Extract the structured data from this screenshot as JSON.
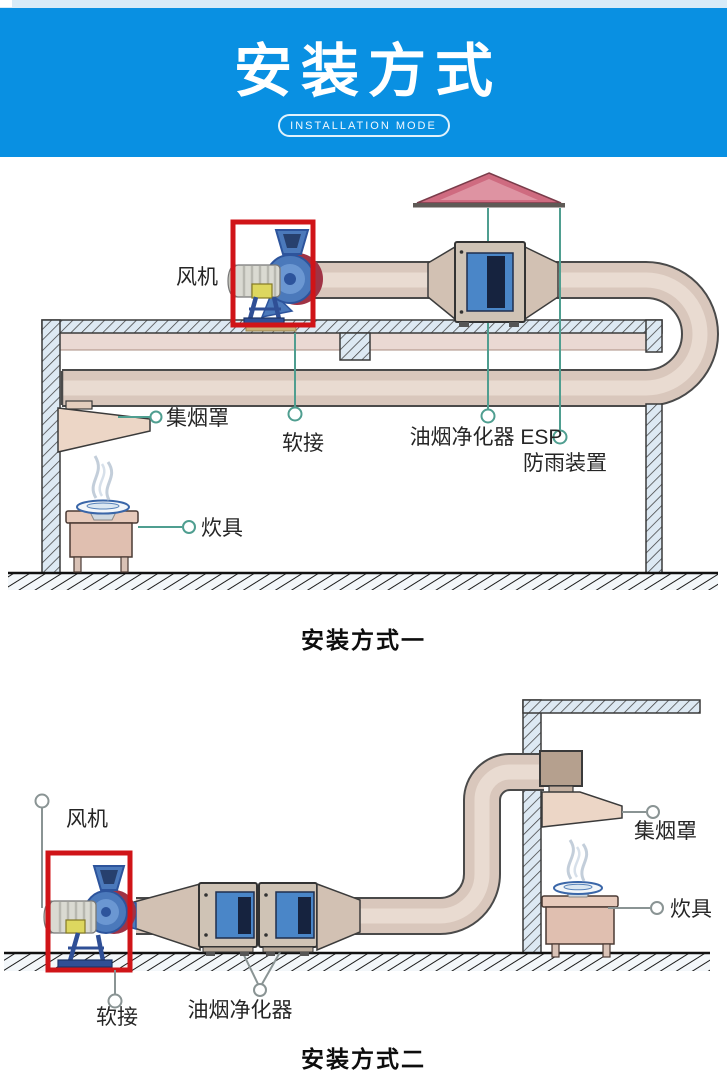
{
  "header": {
    "title": "安装方式",
    "subtitle": "INSTALLATION MODE"
  },
  "colors": {
    "banner_blue": "#0990e2",
    "highlight_red": "#d01418",
    "leader_teal": "#4f9e90",
    "leader_grey": "#8a9494",
    "fan_blue": "#4b79bb",
    "duct_beige": "#d9c7bc",
    "purifier_panel_blue": "#4a86c8",
    "rain_cap_pink": "#cf6b80"
  },
  "diagram1": {
    "caption": "安装方式一",
    "labels": {
      "fan": "风机",
      "hood": "集烟罩",
      "soft_joint": "软接",
      "purifier": "油烟净化器 ESP",
      "rain_cover": "防雨装置",
      "cookware": "炊具"
    }
  },
  "diagram2": {
    "caption": "安装方式二",
    "labels": {
      "fan": "风机",
      "soft_joint": "软接",
      "purifier": "油烟净化器",
      "hood": "集烟罩",
      "cookware": "炊具"
    }
  }
}
